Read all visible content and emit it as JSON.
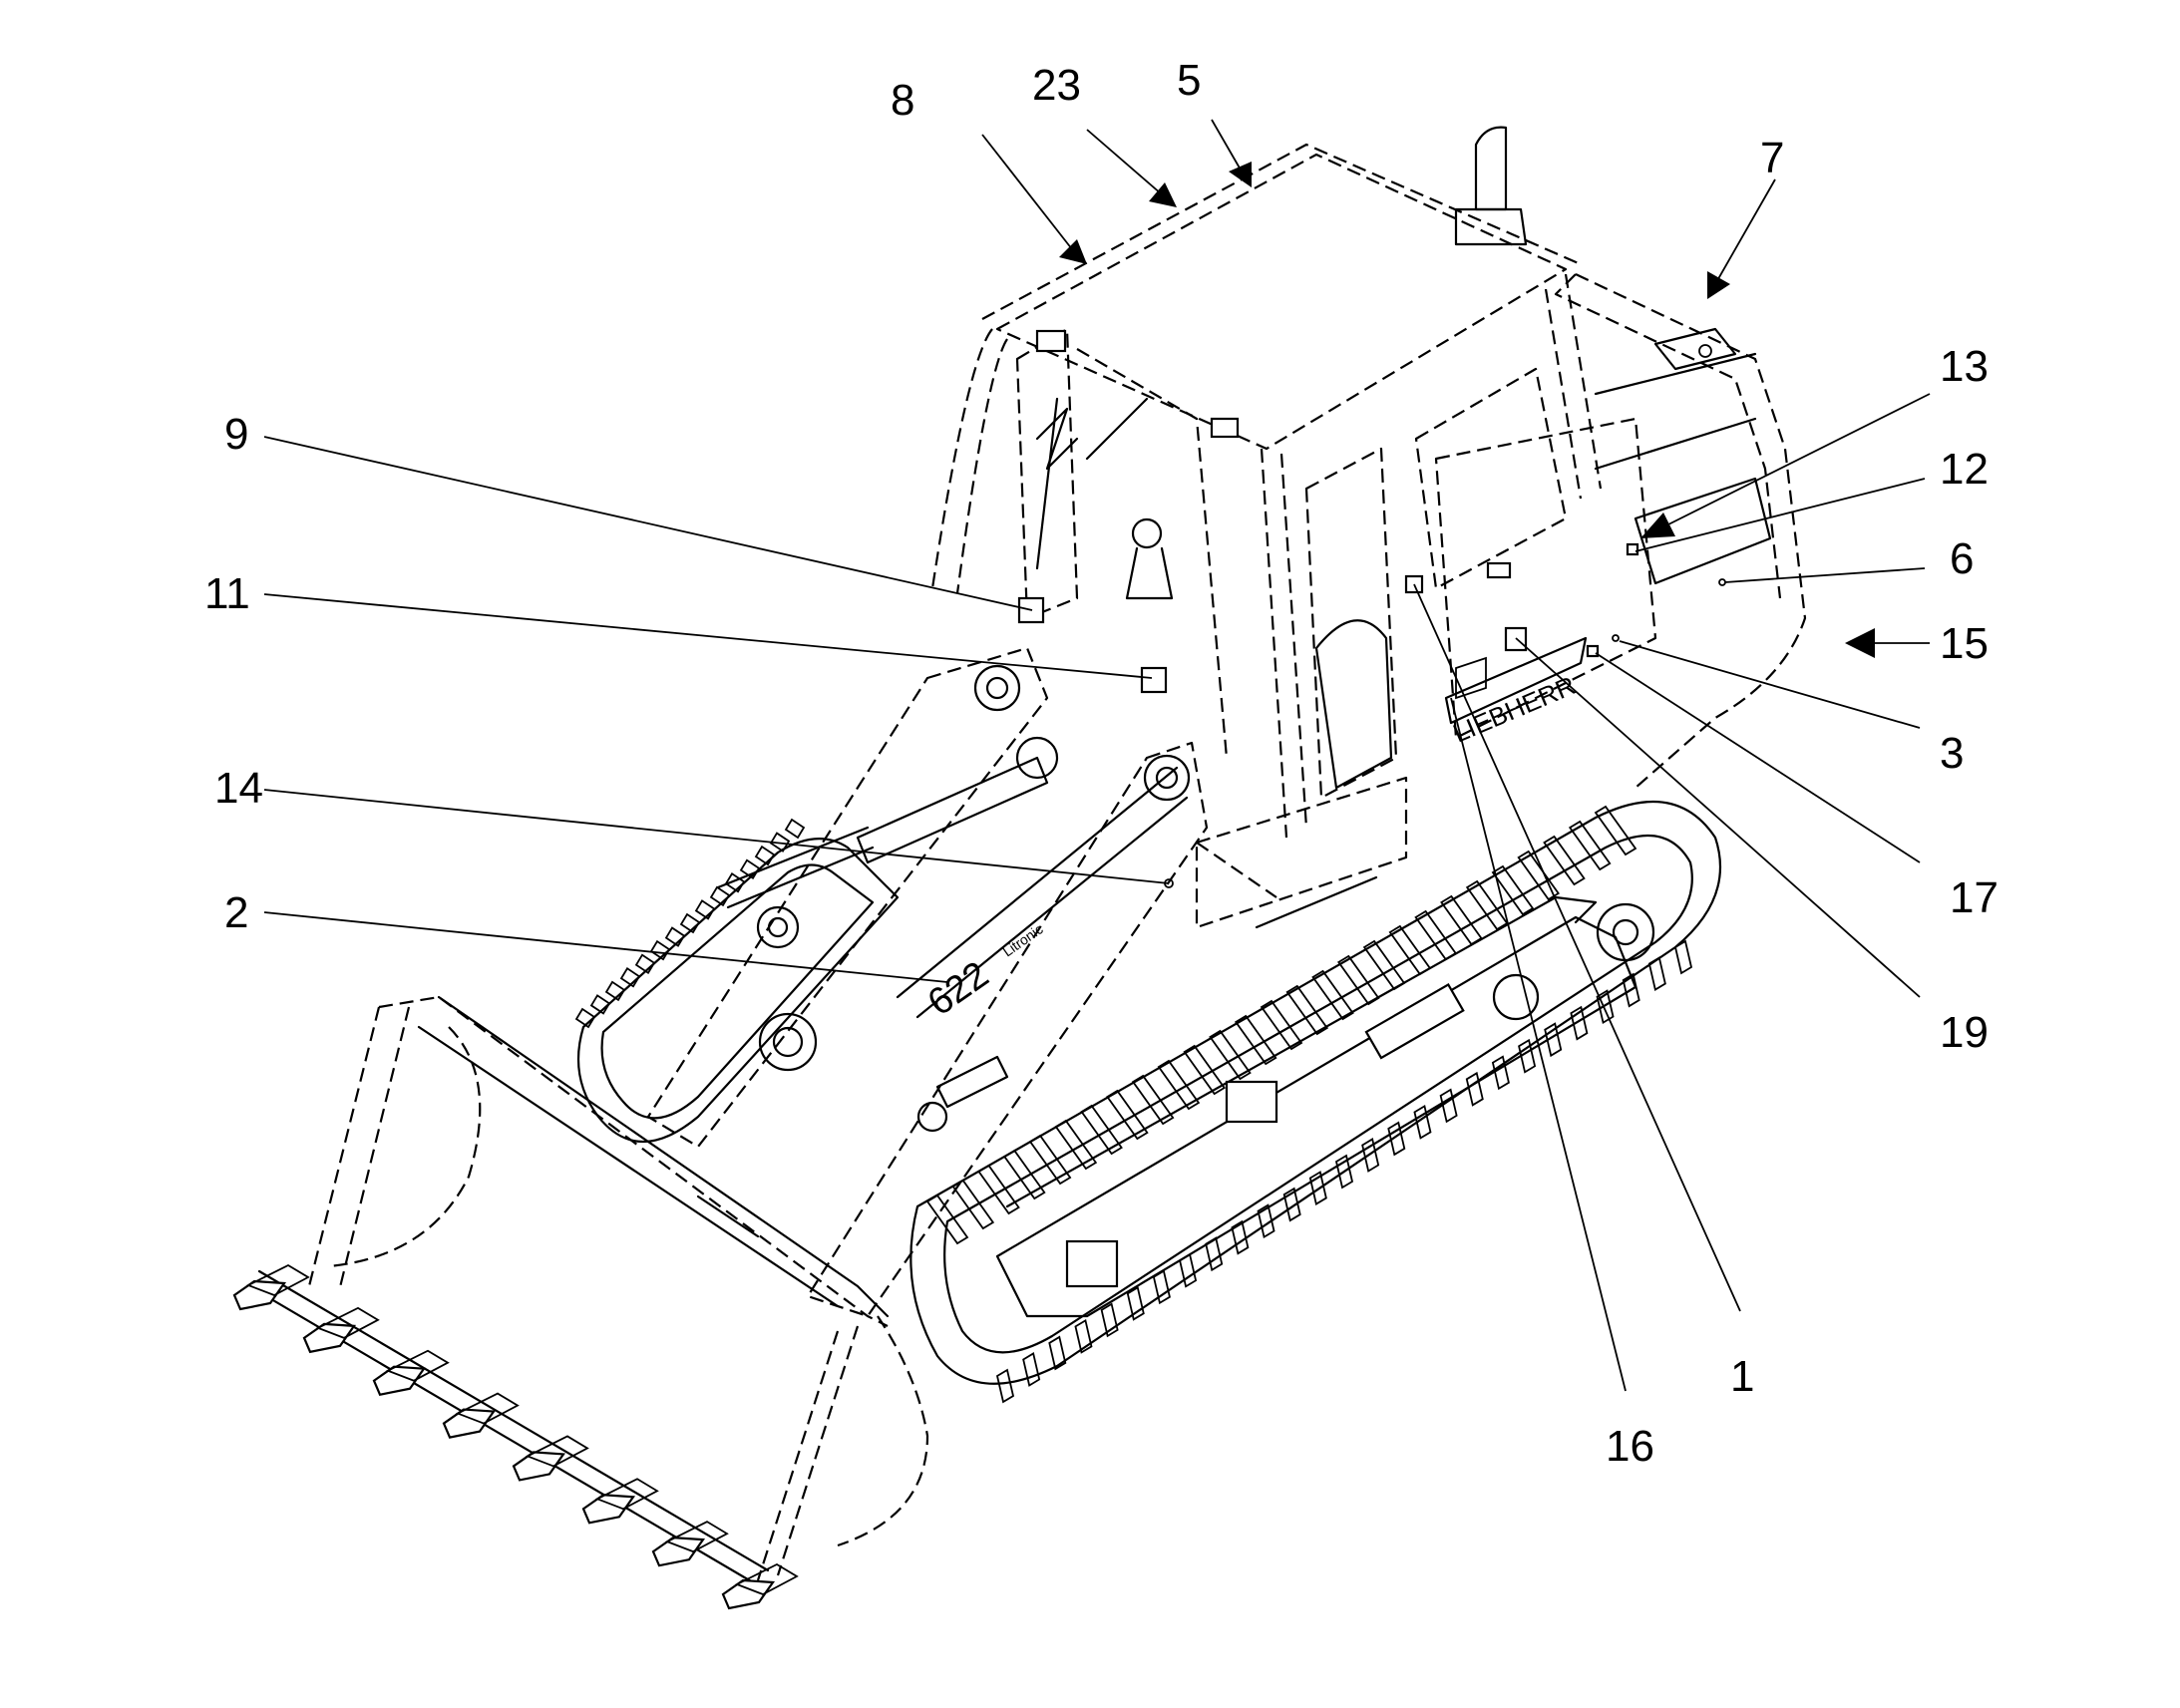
{
  "figure": {
    "callouts": [
      "8",
      "23",
      "5",
      "7",
      "13",
      "12",
      "6",
      "15",
      "3",
      "17",
      "19",
      "1",
      "16",
      "9",
      "11",
      "14",
      "2"
    ],
    "machine_text": {
      "brand": "LIEBHERR",
      "model": "622",
      "system": "Litronic"
    }
  }
}
